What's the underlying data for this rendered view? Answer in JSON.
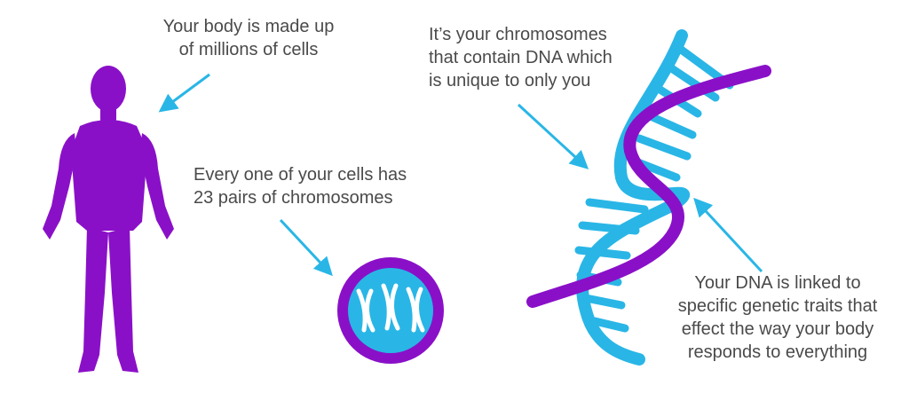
{
  "colors": {
    "purple": "#8a10c8",
    "blue": "#29b6e6",
    "text": "#4a4a4a",
    "arrow": "#29b6e6"
  },
  "captions": {
    "body": [
      "Your body is made up",
      "of millions of cells"
    ],
    "cells": [
      "Every one of your cells has",
      "23 pairs of chromosomes"
    ],
    "chromosomes": [
      "It’s your chromosomes",
      "that contain DNA which",
      "is unique to only you"
    ],
    "dna": [
      "Your DNA is linked to",
      "specific genetic traits that",
      "effect the way your body",
      "responds to everything"
    ]
  },
  "icons": [
    "human-body-icon",
    "cell-icon",
    "chromosome-icon",
    "dna-helix-icon"
  ]
}
